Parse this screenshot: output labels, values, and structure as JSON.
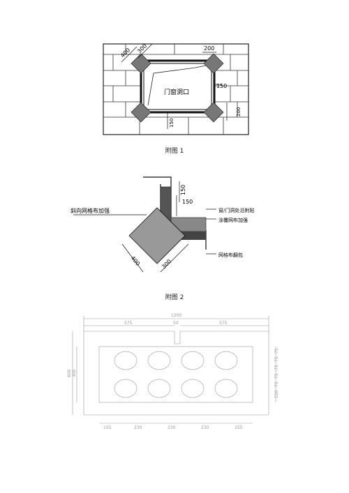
{
  "figure1": {
    "caption": "附图 1",
    "dim_400": "400",
    "dim_300": "300",
    "dim_200_top": "200",
    "dim_150": "150",
    "dim_150_bottom": "150",
    "dim_200_side": "200",
    "opening_label": "门窗洞口"
  },
  "figure2": {
    "caption": "附图 2",
    "dim_150_a": "150",
    "dim_150_b": "150",
    "dim_400": "400",
    "dim_300": "300",
    "label_diagonal": "斜向网格布加强",
    "label_corner_line1": "窗/门洞处沿附贴",
    "label_corner_line2": "涂覆网布加强",
    "label_wrap": "网格布翻包"
  },
  "figure3": {
    "dim_total": "1200",
    "dim_half_left": "575",
    "dim_gap": "50",
    "dim_half_right": "575",
    "dim_height_total": "600",
    "dim_height_inner": "300",
    "bottom_dims": [
      "155",
      "230",
      "230",
      "230",
      "155"
    ],
    "right_dims": [
      "75",
      "75",
      "75",
      "75",
      "75",
      "150"
    ]
  }
}
